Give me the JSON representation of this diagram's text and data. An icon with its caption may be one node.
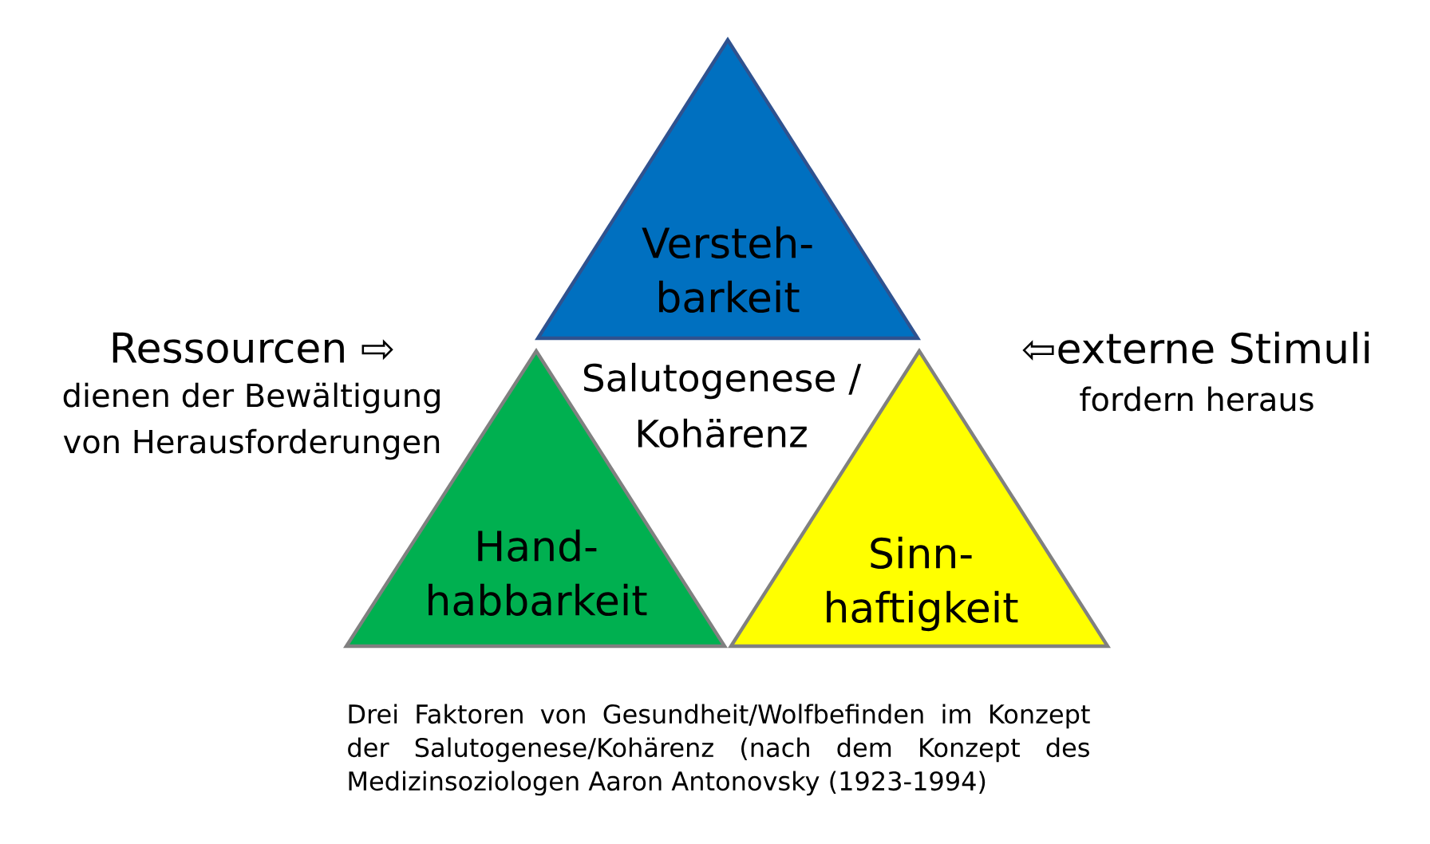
{
  "diagram": {
    "nodes": [
      {
        "text": [
          "Versteh- barkeit"
        ]
      },
      {
        "text": [
          "Hand- habbarkeit"
        ]
      },
      {
        "text": [
          "Sinn- haftigkeit"
        ]
      }
    ],
    "labels": [
      "Ressourcen ⇨",
      "dienen der Bewältigung von Herausforderungen",
      "Salutogenese / Kohärenz",
      "⇦externe Stimuli",
      "fordern heraus"
    ],
    "caption": "Drei Faktoren von Gesundheit/Wolfbefinden im Konzept der Salutogenese/Kohärenz (nach dem Konzept des Medizinsoziologen Aaron Antonovsky (1923-1994)"
  }
}
